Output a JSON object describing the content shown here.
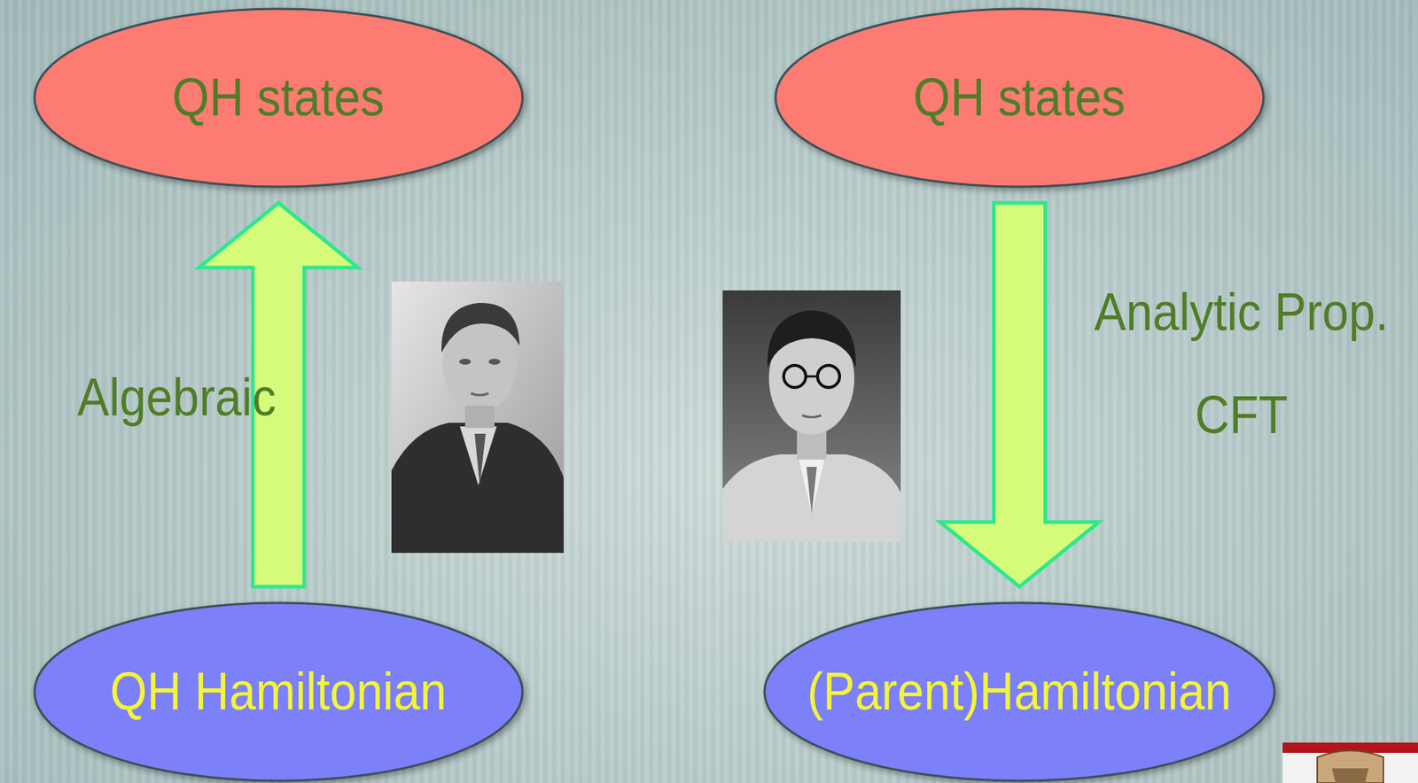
{
  "diagram": {
    "nodes": [
      {
        "text": [
          "QH states"
        ]
      },
      {
        "text": [
          "QH states"
        ]
      },
      {
        "text": [
          "QH Hamiltonian"
        ]
      },
      {
        "text": [
          "(Parent)Hamiltonian"
        ]
      }
    ],
    "edges": [
      {
        "from": 2,
        "to": 0,
        "arrow": "to",
        "label": "Algebraic"
      },
      {
        "from": 1,
        "to": 3,
        "arrow": "to",
        "label": "Analytic Prop. CFT"
      }
    ]
  }
}
